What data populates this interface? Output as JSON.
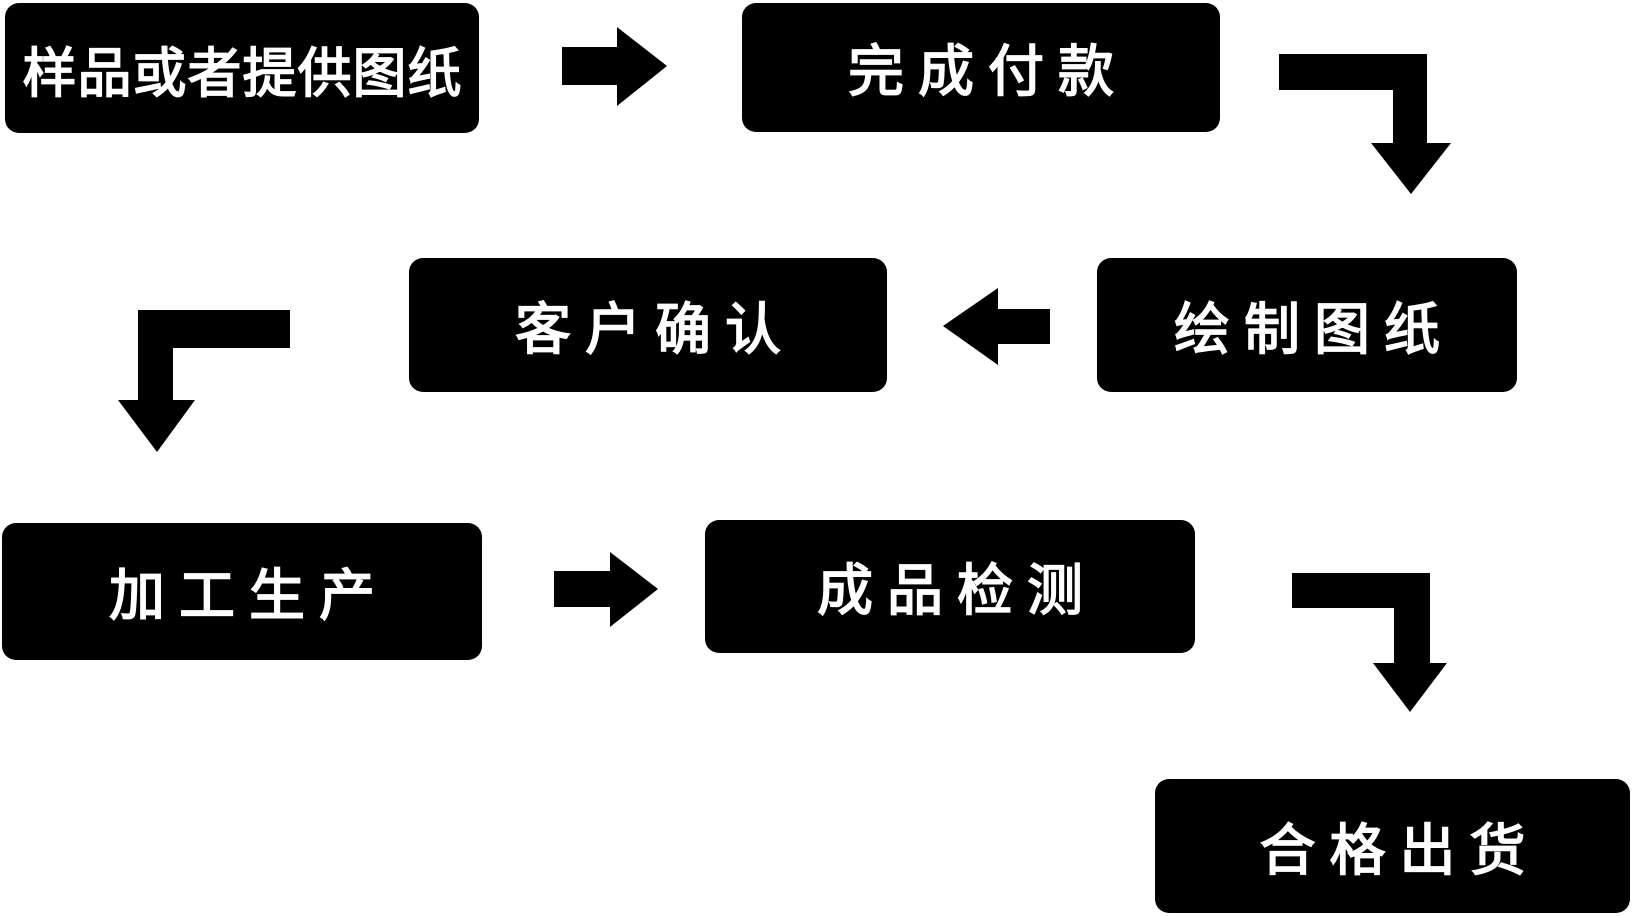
{
  "page": {
    "background_color": "#ffffff",
    "kind": "process-flowchart"
  },
  "flowchart": {
    "style": {
      "node_fill": "#000000",
      "node_text_color": "#ffffff",
      "arrow_fill": "#000000",
      "node_shape": "rounded-rectangle"
    },
    "nodes": [
      {
        "id": "sample-or-drawing",
        "label": "样品或者提供图纸"
      },
      {
        "id": "complete-payment",
        "label": "完成付款"
      },
      {
        "id": "draw-drawing",
        "label": "绘制图纸"
      },
      {
        "id": "customer-confirm",
        "label": "客户确认"
      },
      {
        "id": "processing-production",
        "label": "加工生产"
      },
      {
        "id": "product-inspection",
        "label": "成品检测"
      },
      {
        "id": "qualified-shipment",
        "label": "合格出货"
      }
    ],
    "arrows": [
      {
        "from": "sample-or-drawing",
        "to": "complete-payment",
        "shape": "straight-right"
      },
      {
        "from": "complete-payment",
        "to": "draw-drawing",
        "shape": "elbow-down-right"
      },
      {
        "from": "draw-drawing",
        "to": "customer-confirm",
        "shape": "straight-left"
      },
      {
        "from": "customer-confirm",
        "to": "processing-production",
        "shape": "elbow-down-left"
      },
      {
        "from": "processing-production",
        "to": "product-inspection",
        "shape": "straight-right"
      },
      {
        "from": "product-inspection",
        "to": "qualified-shipment",
        "shape": "elbow-down-right"
      }
    ]
  }
}
